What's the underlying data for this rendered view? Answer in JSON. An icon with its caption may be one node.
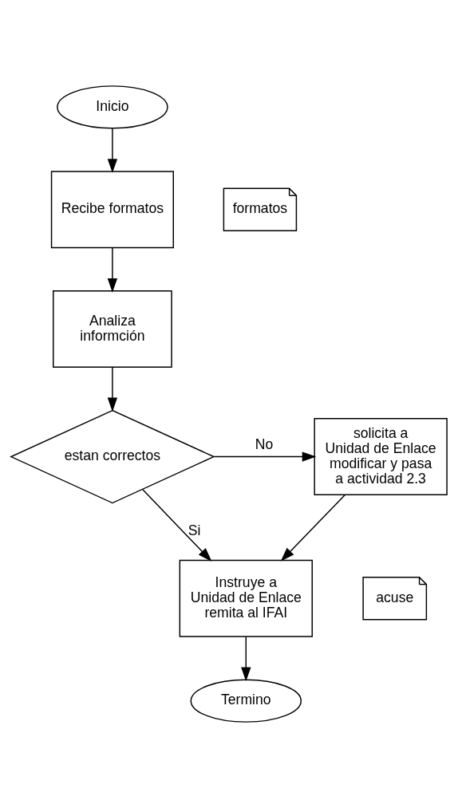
{
  "diagram": {
    "nodes": [
      {
        "text": [
          "Inicio"
        ]
      },
      {
        "text": [
          "Recibe formatos"
        ]
      },
      {
        "text": [
          "formatos"
        ]
      },
      {
        "text": [
          "Analiza informción"
        ]
      },
      {
        "text": [
          "estan correctos"
        ]
      },
      {
        "text": [
          "solicita a Unidad de Enlace modificar y pasa a actividad 2.3"
        ]
      },
      {
        "text": [
          "Instruye a Unidad de Enlace remita al IFAI"
        ]
      },
      {
        "text": [
          "acuse"
        ]
      },
      {
        "text": [
          "Termino"
        ]
      }
    ],
    "edges": [
      {
        "from": 0,
        "to": 1,
        "arrow": "to"
      },
      {
        "from": 1,
        "to": 3,
        "arrow": "to"
      },
      {
        "from": 3,
        "to": 4,
        "arrow": "to"
      },
      {
        "from": 4,
        "to": 5,
        "arrow": "to",
        "label": "No"
      },
      {
        "from": 4,
        "to": 6,
        "arrow": "to",
        "label": "Si"
      },
      {
        "from": 5,
        "to": 6,
        "arrow": "to"
      },
      {
        "from": 6,
        "to": 8,
        "arrow": "to"
      }
    ]
  }
}
